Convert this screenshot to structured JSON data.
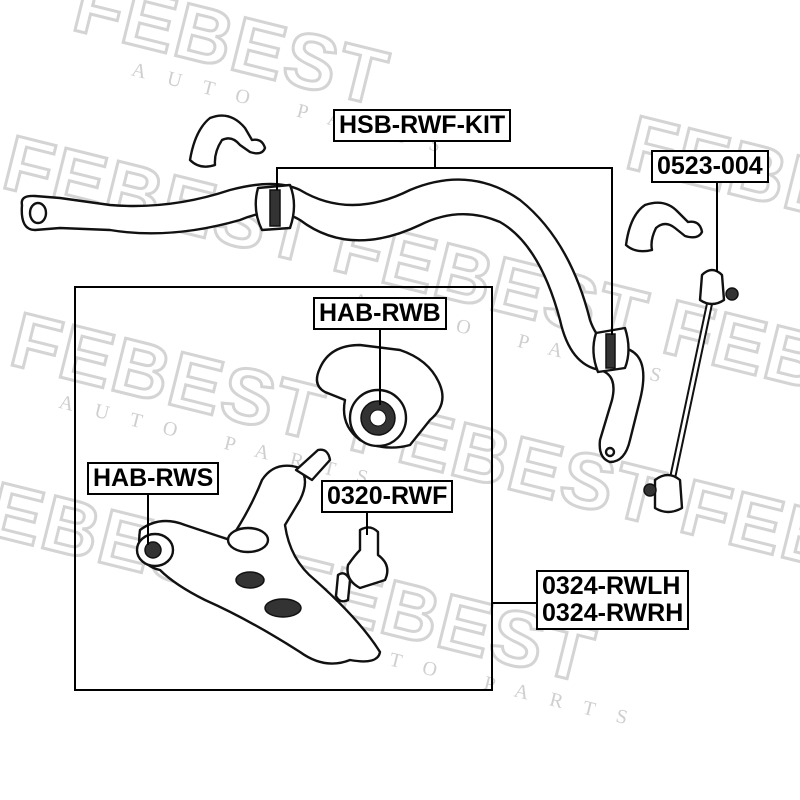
{
  "watermark": {
    "brand": "FEBEST",
    "tagline": "AUTO PARTS"
  },
  "labels": {
    "stabilizer_kit": "HSB-RWF-KIT",
    "stabilizer_link": "0523-004",
    "rear_bushing": "HAB-RWB",
    "front_bushing": "HAB-RWS",
    "ball_joint": "0320-RWF",
    "control_arm_lh": "0324-RWLH",
    "control_arm_rh": "0324-RWRH"
  }
}
